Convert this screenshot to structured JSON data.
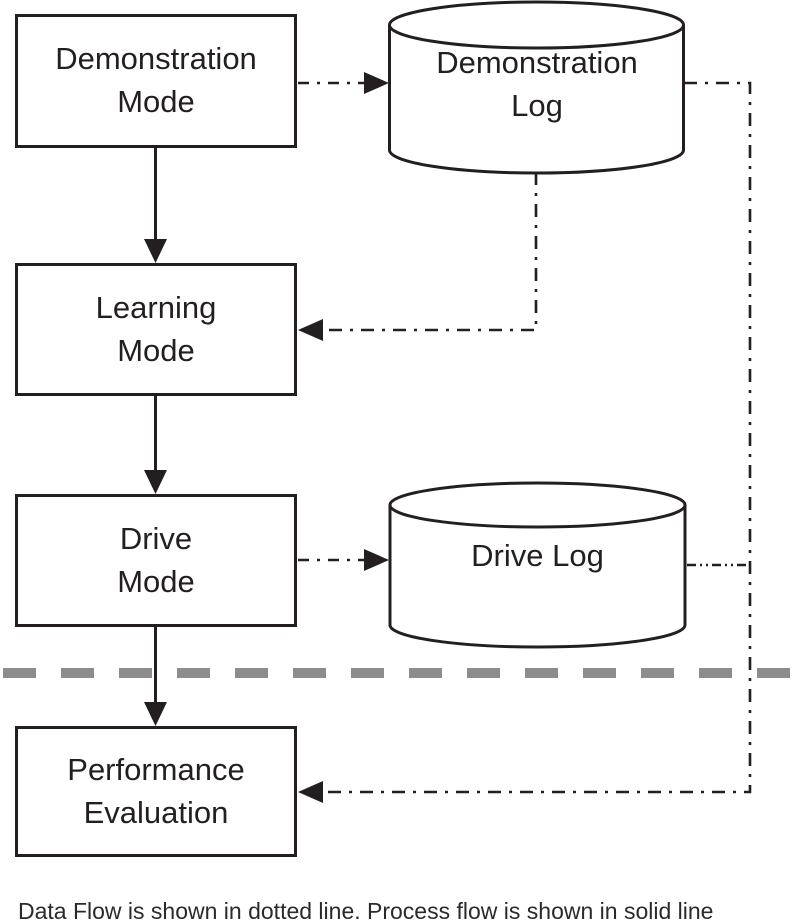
{
  "diagram": {
    "nodes": {
      "demonstration_mode": {
        "label": "Demonstration\nMode",
        "shape": "rect"
      },
      "demonstration_log": {
        "label": "Demonstration\nLog",
        "shape": "cylinder"
      },
      "learning_mode": {
        "label": "Learning\nMode",
        "shape": "rect"
      },
      "drive_mode": {
        "label": "Drive\nMode",
        "shape": "rect"
      },
      "drive_log": {
        "label": "Drive Log",
        "shape": "cylinder"
      },
      "performance_evaluation": {
        "label": "Performance\nEvaluation",
        "shape": "rect"
      }
    },
    "edges": [
      {
        "from": "demonstration_mode",
        "to": "learning_mode",
        "type": "process"
      },
      {
        "from": "learning_mode",
        "to": "drive_mode",
        "type": "process"
      },
      {
        "from": "drive_mode",
        "to": "performance_evaluation",
        "type": "process"
      },
      {
        "from": "demonstration_mode",
        "to": "demonstration_log",
        "type": "data"
      },
      {
        "from": "demonstration_log",
        "to": "learning_mode",
        "type": "data"
      },
      {
        "from": "demonstration_log",
        "to": "performance_evaluation",
        "type": "data"
      },
      {
        "from": "drive_mode",
        "to": "drive_log",
        "type": "data"
      },
      {
        "from": "drive_log",
        "to": "performance_evaluation",
        "type": "data"
      }
    ],
    "caption": "Data Flow is shown in dotted line. Process flow is shown in solid line",
    "colors": {
      "line": "#231f20",
      "divider": "#8c8c8c",
      "background": "#ffffff"
    }
  }
}
